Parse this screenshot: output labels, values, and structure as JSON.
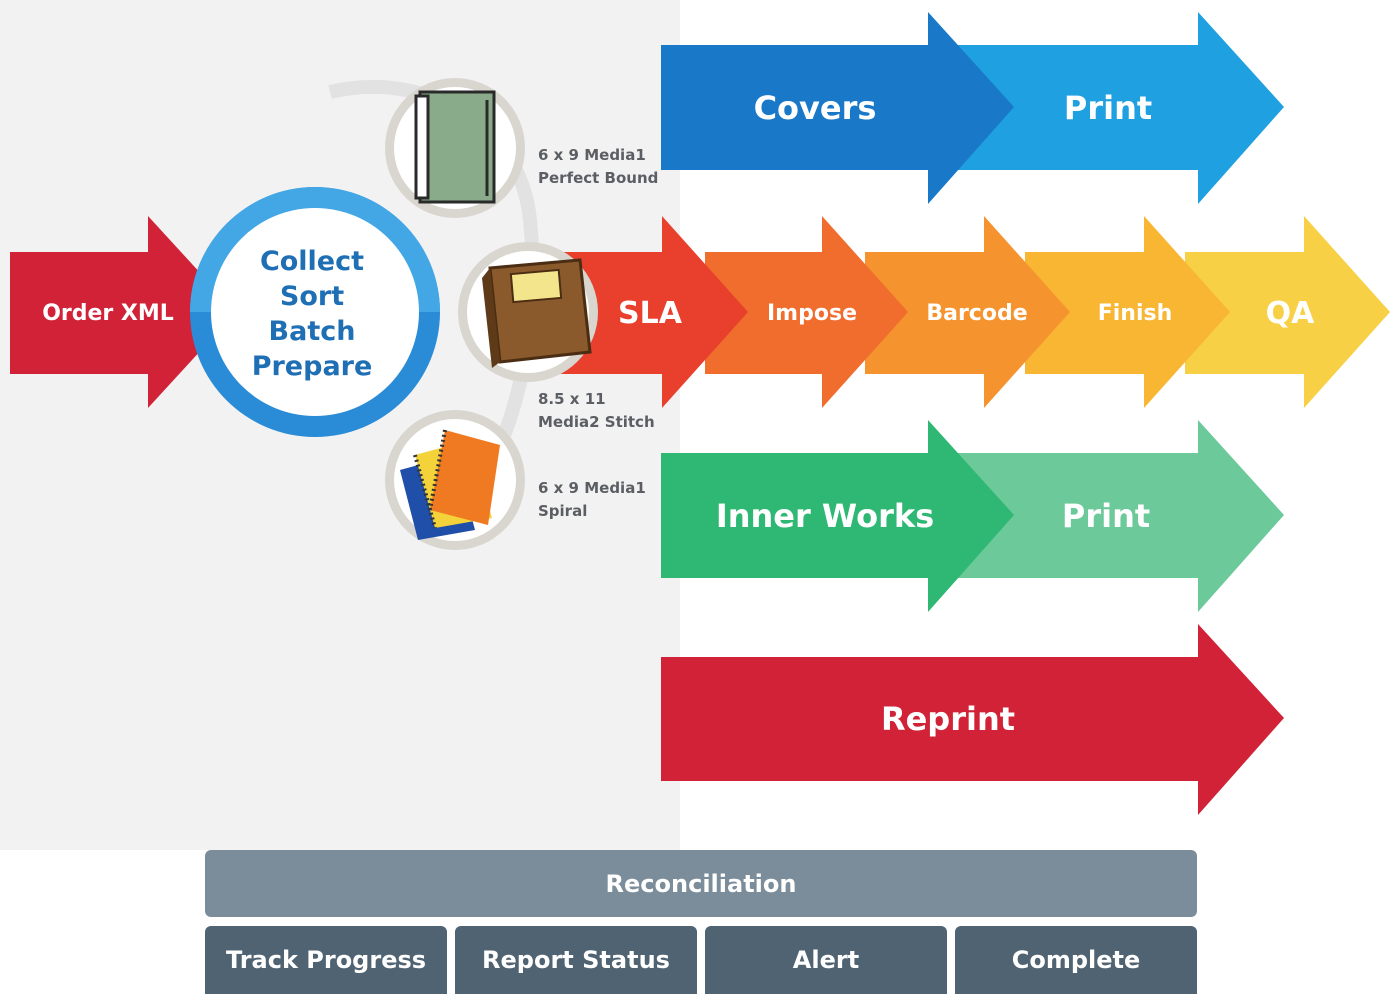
{
  "input": {
    "label": "Order XML"
  },
  "hub": {
    "lines": [
      "Collect",
      "Sort",
      "Batch",
      "Prepare"
    ]
  },
  "media": [
    {
      "line1": "6 x 9 Media1",
      "line2": "Perfect Bound",
      "icon": "green-book-icon"
    },
    {
      "line1": "8.5 x 11",
      "line2": "Media2 Stitch",
      "icon": "brown-notebook-icon"
    },
    {
      "line1": "6 x 9 Media1",
      "line2": "Spiral",
      "icon": "spiral-notebooks-icon"
    }
  ],
  "covers_track": {
    "stages": [
      "Covers",
      "Print"
    ],
    "colors": [
      "#1a78c9",
      "#1fa0e0"
    ]
  },
  "main_track": {
    "stages": [
      "SLA",
      "Impose",
      "Barcode",
      "Finish",
      "QA"
    ],
    "colors": [
      "#e8402c",
      "#f06d2e",
      "#f5932f",
      "#f8b632",
      "#f7d046"
    ]
  },
  "inner_track": {
    "stages": [
      "Inner Works",
      "Print"
    ],
    "colors": [
      "#2fb873",
      "#6cc99a"
    ]
  },
  "reprint": {
    "label": "Reprint",
    "color": "#d12237"
  },
  "reconciliation": {
    "title": "Reconciliation",
    "items": [
      "Track Progress",
      "Report Status",
      "Alert",
      "Complete"
    ]
  }
}
